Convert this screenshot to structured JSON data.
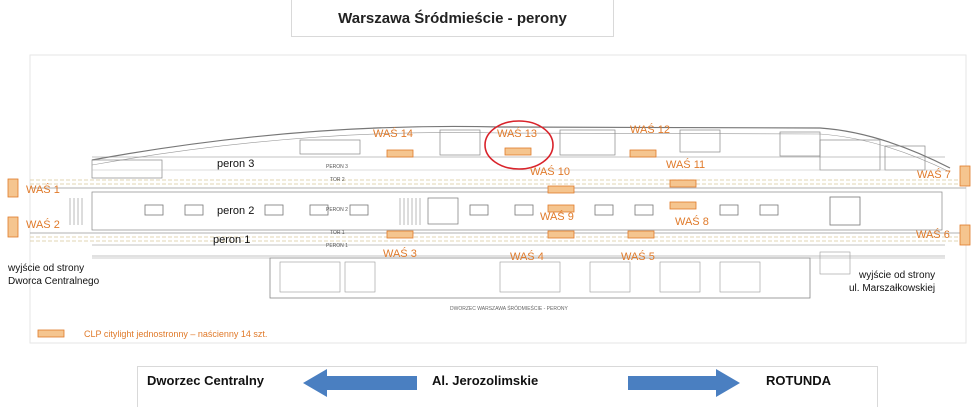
{
  "title": "Warszawa Śródmieście - perony",
  "platforms": {
    "peron3": "peron 3",
    "peron2": "peron 2",
    "peron1": "peron 1"
  },
  "tracks": {
    "peron3_small": "PERON 3",
    "tor2": "TOR 2",
    "peron2_small": "PERON 2",
    "tor1": "TOR 1",
    "peron1_small": "PERON 1"
  },
  "plan_caption": "DWORZEC WARSZAWA ŚRÓDMIEŚCIE - PERONY",
  "ads": {
    "was1": "WAŚ 1",
    "was2": "WAŚ 2",
    "was3": "WAŚ 3",
    "was4": "WAŚ 4",
    "was5": "WAŚ 5",
    "was6": "WAŚ 6",
    "was7": "WAŚ 7",
    "was8": "WAŚ 8",
    "was9": "WAŚ 9",
    "was10": "WAŚ 10",
    "was11": "WAŚ 11",
    "was12": "WAŚ 12",
    "was13": "WAŚ 13",
    "was14": "WAŚ 14"
  },
  "exits": {
    "left_line1": "wyjście od strony",
    "left_line2": "Dworca Centralnego",
    "right_line1": "wyjście od strony",
    "right_line2": "ul. Marszałkowskiej"
  },
  "legend": {
    "label": "CLP citylight jednostronny – naścienny 14 szt."
  },
  "bottom": {
    "left": "Dworzec Centralny",
    "center": "Al. Jerozolimskie",
    "right": "ROTUNDA"
  },
  "colors": {
    "ad_fill": "#f5c58f",
    "ad_stroke": "#e07a2a",
    "highlight_circle": "#d9232b",
    "arrow": "#4a7fc1"
  }
}
